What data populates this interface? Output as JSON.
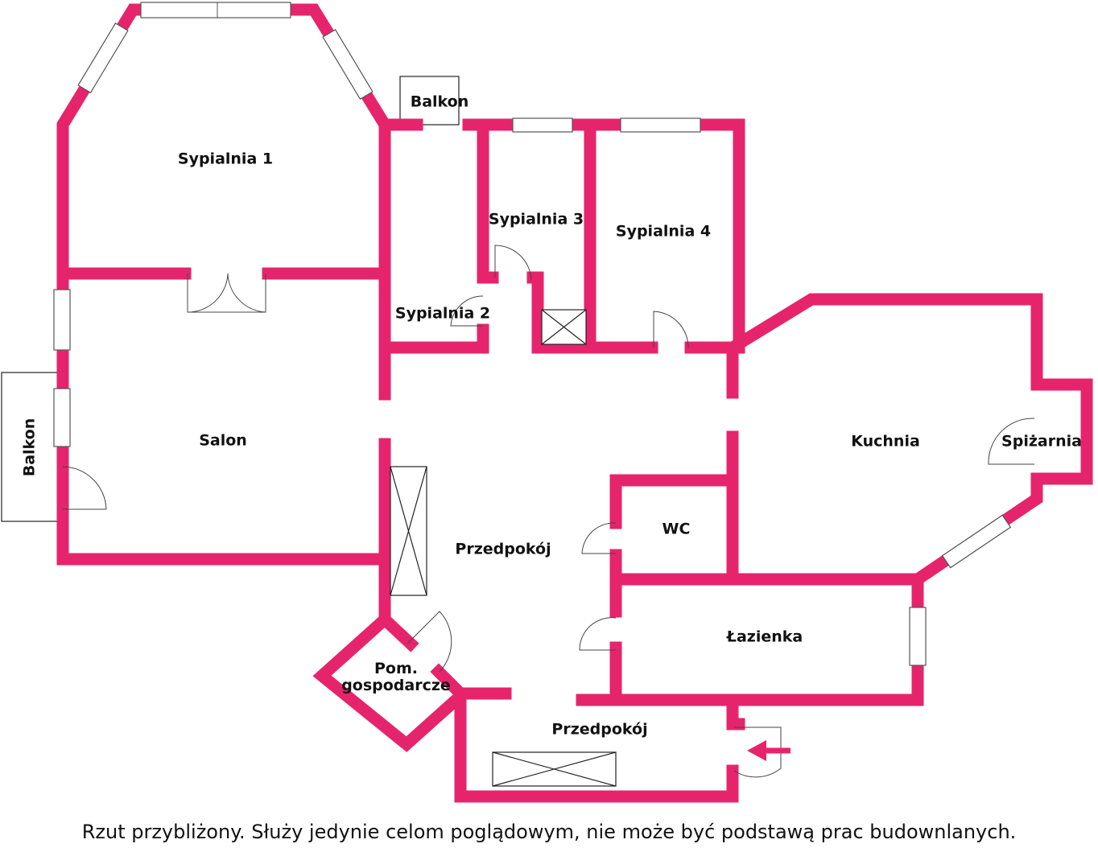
{
  "colors": {
    "wall": "#e6246c"
  },
  "rooms": {
    "sypialnia1": "Sypialnia 1",
    "sypialnia2": "Sypialnia 2",
    "sypialnia3": "Sypialnia 3",
    "sypialnia4": "Sypialnia 4",
    "balkon_top": "Balkon",
    "balkon_left": "Balkon",
    "salon": "Salon",
    "przedpokoj1": "Przedpokój",
    "przedpokoj2": "Przedpokój",
    "kuchnia": "Kuchnia",
    "spizarnia": "Spiżarnia",
    "wc": "WC",
    "lazienka": "Łazienka",
    "pom_line1": "Pom.",
    "pom_line2": "gospodarcze"
  },
  "footer": "Rzut przybliżony. Służy jedynie celom poglądowym, nie może być podstawą prac budownlanych."
}
